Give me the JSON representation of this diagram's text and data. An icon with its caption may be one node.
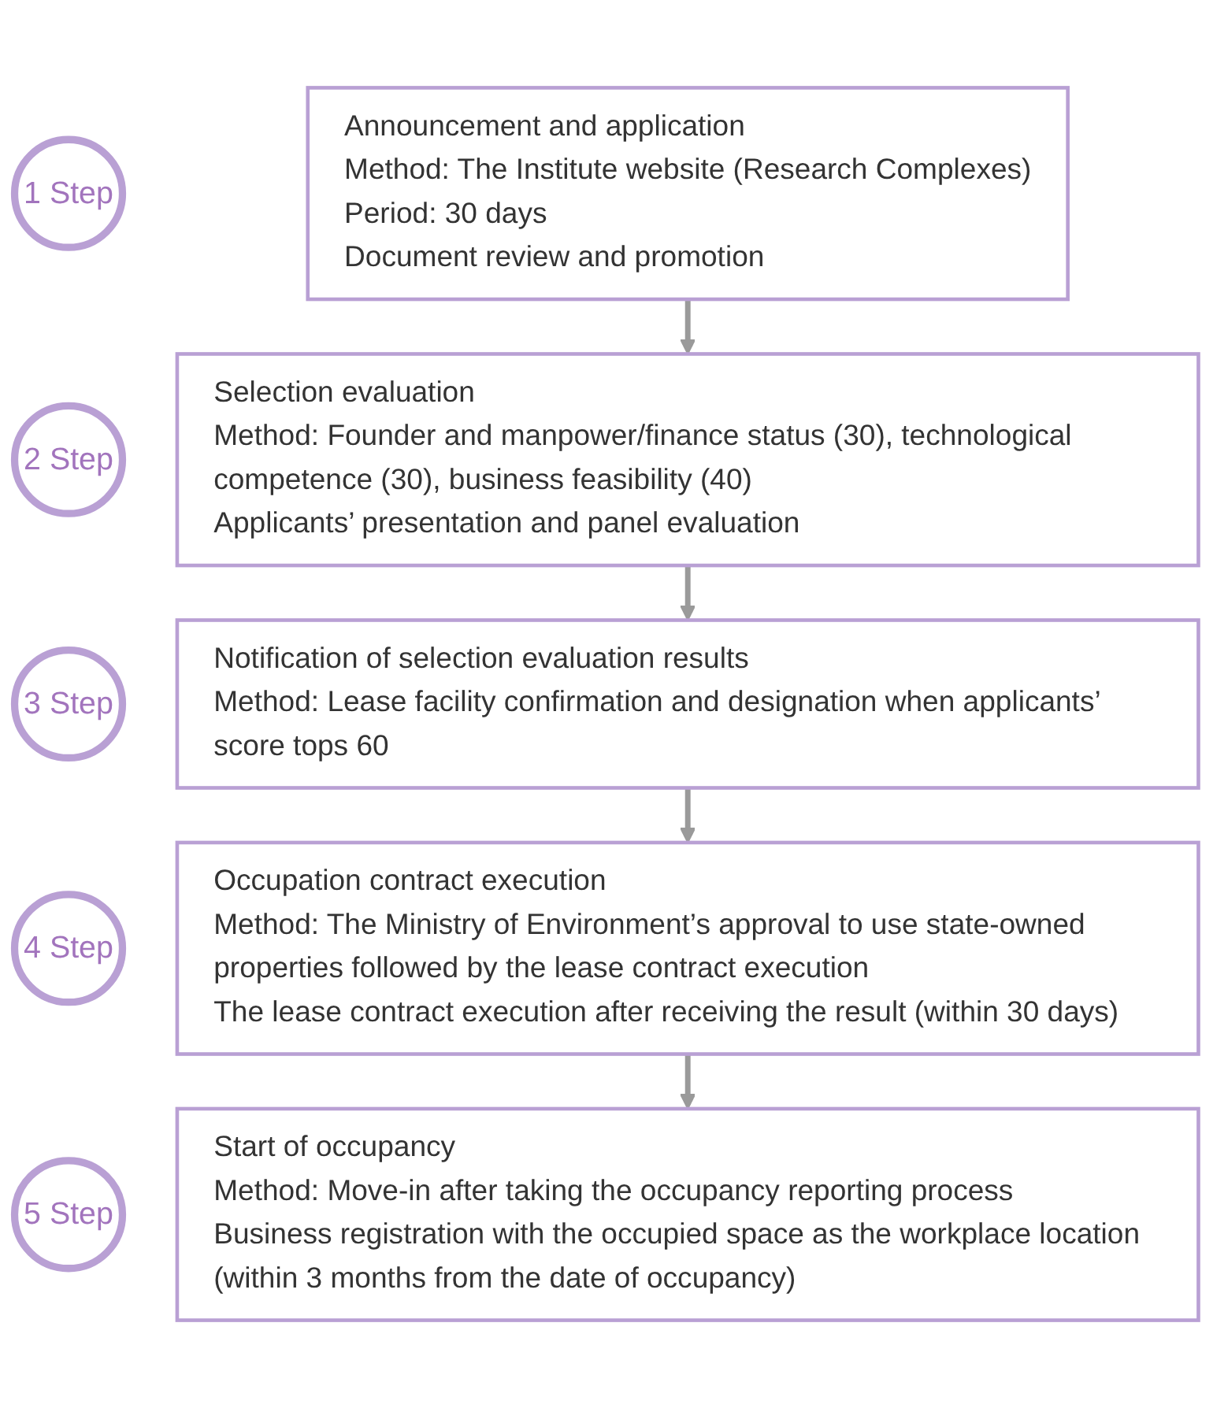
{
  "diagram": {
    "nodes": [
      {
        "text": [
          "1 Step"
        ]
      },
      {
        "text": [
          "Announcement and application",
          "Method: The Institute website (Research Complexes)",
          "Period: 30 days",
          "Document review and promotion"
        ]
      },
      {
        "text": [
          "2 Step"
        ]
      },
      {
        "text": [
          "Selection evaluation",
          "Method: Founder and manpower/finance status (30), technological competence (30), business feasibility (40)",
          "Applicants’ presentation and panel evaluation"
        ]
      },
      {
        "text": [
          "3 Step"
        ]
      },
      {
        "text": [
          "Notification of selection evaluation results",
          "Method: Lease facility confirmation and designation when applicants’ score tops 60"
        ]
      },
      {
        "text": [
          "4 Step"
        ]
      },
      {
        "text": [
          "Occupation contract execution",
          "Method: The Ministry of Environment’s approval to use state-owned properties followed by the lease contract execution",
          "The lease contract execution after receiving the result (within 30 days)"
        ]
      },
      {
        "text": [
          "5 Step"
        ]
      },
      {
        "text": [
          "Start of occupancy",
          "Method: Move-in after taking the occupancy reporting process",
          "Business registration with the occupied space as the workplace location (within 3 months from the date of occupancy)"
        ]
      }
    ],
    "edges": [
      {
        "from": 1,
        "to": 3,
        "arrow": "to"
      },
      {
        "from": 3,
        "to": 5,
        "arrow": "to"
      },
      {
        "from": 5,
        "to": 7,
        "arrow": "to"
      },
      {
        "from": 7,
        "to": 9,
        "arrow": "to"
      }
    ]
  }
}
